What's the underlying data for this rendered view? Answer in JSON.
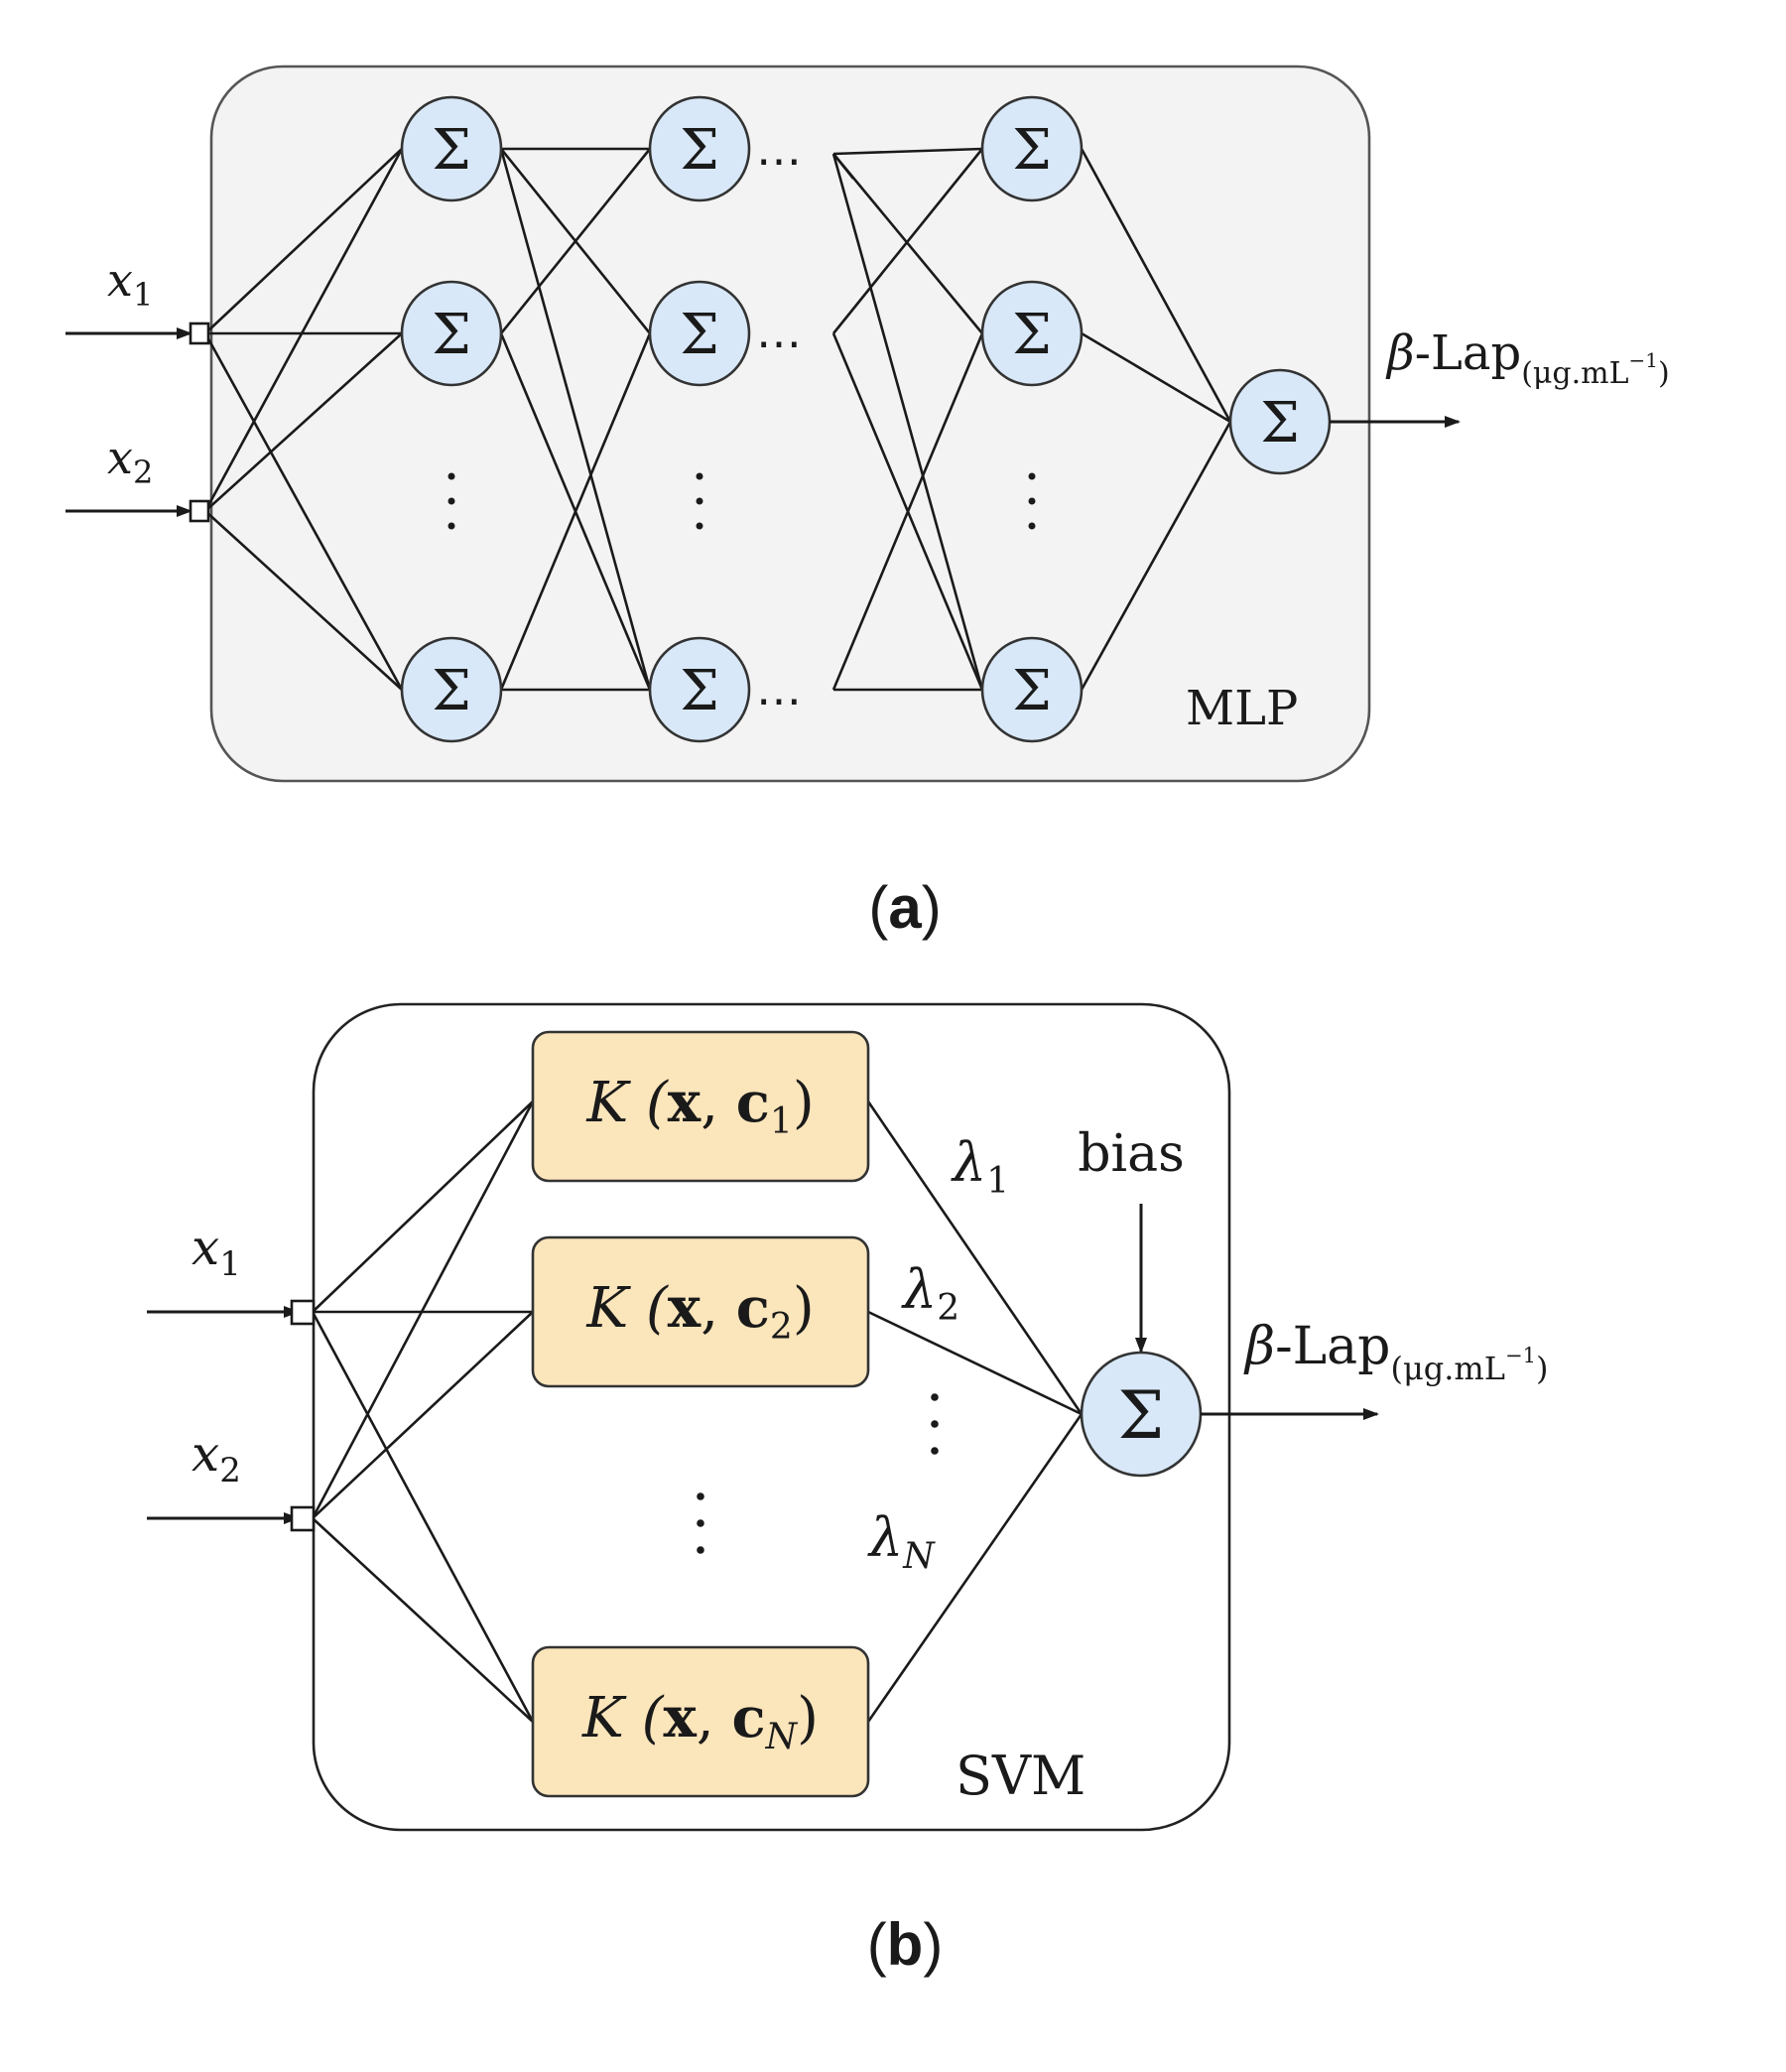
{
  "mlp": {
    "input1": "x",
    "input1_sub": "1",
    "input2": "x",
    "input2_sub": "2",
    "node_symbol": "Σ",
    "output_beta": "β",
    "output_label": "-Lap",
    "output_unit": "(μg.mL",
    "output_unit_exp": "−1",
    "output_unit_close": ")",
    "hidden_dots": "⋯",
    "panel_label": "MLP",
    "caption_open": "(",
    "caption_letter": "a",
    "caption_close": ")"
  },
  "svm": {
    "input1": "x",
    "input1_sub": "1",
    "input2": "x",
    "input2_sub": "2",
    "kernels": [
      {
        "prefix": "K (",
        "x": "x",
        "comma": ", ",
        "c": "c",
        "sub": "1",
        "close": ")"
      },
      {
        "prefix": "K (",
        "x": "x",
        "comma": ", ",
        "c": "c",
        "sub": "2",
        "close": ")"
      },
      {
        "prefix": "K (",
        "x": "x",
        "comma": ", ",
        "c": "c",
        "sub": "N",
        "close": ")"
      }
    ],
    "weights": [
      {
        "symbol": "λ",
        "sub": "1"
      },
      {
        "symbol": "λ",
        "sub": "2"
      },
      {
        "symbol": "λ",
        "sub": "N"
      }
    ],
    "bias_label": "bias",
    "node_symbol": "Σ",
    "output_beta": "β",
    "output_label": "-Lap",
    "output_unit": "(μg.mL",
    "output_unit_exp": "−1",
    "output_unit_close": ")",
    "panel_label": "SVM",
    "caption_open": "(",
    "caption_letter": "b",
    "caption_close": ")"
  }
}
